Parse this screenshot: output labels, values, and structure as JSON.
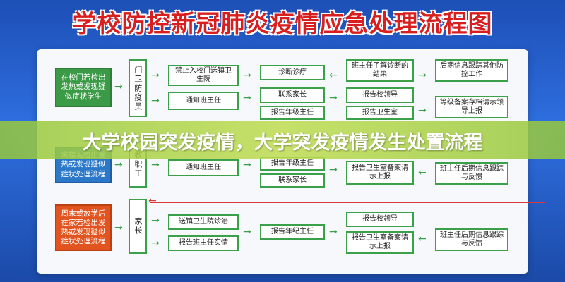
{
  "title": "学校防控新冠肺炎疫情应急处理流程图",
  "overlay_caption": "大学校园突发疫情，大学突发疫情发生处置流程",
  "rows": {
    "gate": {
      "lead": "在校门若检出发热或发现疑似症状学生",
      "role": "门卫防疫员",
      "col3_top": "禁止入校门送镇卫生院",
      "col3_bottom": "通知班主任",
      "col4_top": "诊断诊疗",
      "col4_mid": "联系家长",
      "col4_bottom": "报告年级主任",
      "col5_top": "班主任了解诊断的结果",
      "col5_mid": "报告校领导",
      "col5_bottom": "报告卫生室",
      "col6_top": "后期信息跟踪其他防控工作",
      "col6_bottom": "等级备案存档请示领导上报"
    },
    "staff": {
      "lead": "寓楼若检出发热或发现疑似症状处理流程",
      "role": "教职工",
      "col3": "通知班主任",
      "col4_top": "报告年级主任",
      "col4_bottom": "联系家长",
      "col5": "报告卫生室备案请示上报",
      "col6": "班主任后期信息跟踪与反馈"
    },
    "parent": {
      "lead": "周末或放学后在家若检出发热或发现疑似症状处理流程",
      "role": "家长",
      "col3_top": "送镇卫生院诊治",
      "col3_bottom": "报告班主任实情",
      "col4": "报告年纪主任",
      "col5_top": "报告校领导",
      "col5_bottom": "报告卫生室备案请示上报",
      "col6": "班主任后期信息跟踪与反馈"
    }
  },
  "colors": {
    "title_red": "#d81e1e",
    "flow_green": "#3aa14a",
    "lead_green": "#3a9a46",
    "lead_blue": "#2c78c8",
    "lead_red": "#e2541f",
    "band_green": "#a6cf45"
  }
}
